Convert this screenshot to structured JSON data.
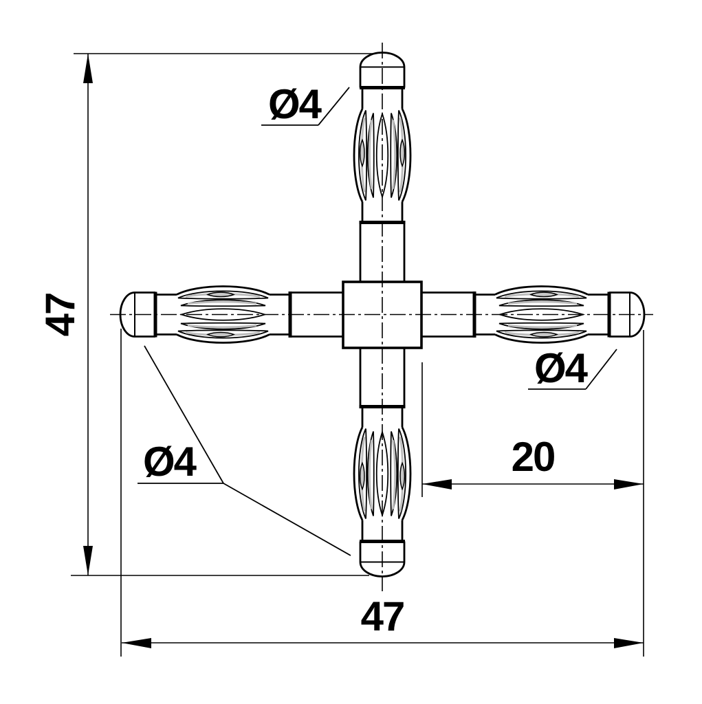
{
  "drawing": {
    "type": "technical-drawing",
    "background_color": "#ffffff",
    "line_color": "#000000",
    "shade_color": "#bdbdbd",
    "dimensions": {
      "overall_height": "47",
      "overall_width": "47",
      "arm_length_from_center": "20",
      "tip_diameter_top": "Ø4",
      "tip_diameter_right": "Ø4",
      "tip_diameter_bottom_left": "Ø4"
    }
  }
}
